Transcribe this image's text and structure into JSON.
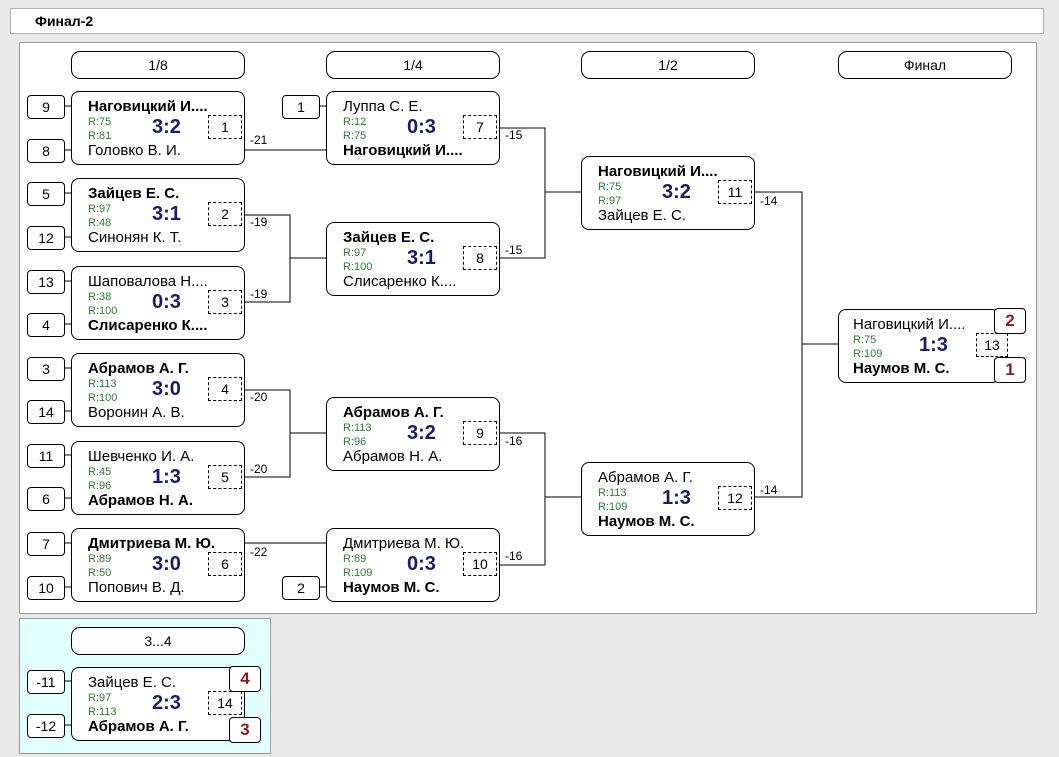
{
  "title": "Финал-2",
  "rounds": [
    "1/8",
    "1/4",
    "1/2",
    "Финал"
  ],
  "bronze_round": "3...4",
  "seeds": [
    "9",
    "8",
    "5",
    "12",
    "13",
    "4",
    "3",
    "14",
    "11",
    "6",
    "7",
    "10",
    "1",
    "2",
    "-11",
    "-12"
  ],
  "matches": [
    {
      "id": "1",
      "p1": "Наговицкий И....",
      "p2": "Головко В. И.",
      "r1": "R:75",
      "r2": "R:81",
      "score": "3:2",
      "diff": "-21"
    },
    {
      "id": "2",
      "p1": "Зайцев Е. С.",
      "p2": "Синонян К. Т.",
      "r1": "R:97",
      "r2": "R:48",
      "score": "3:1",
      "diff": "-19"
    },
    {
      "id": "3",
      "p1": "Шаповалова Н....",
      "p2": "Слисаренко К....",
      "r1": "R:38",
      "r2": "R:100",
      "score": "0:3",
      "diff": "-19"
    },
    {
      "id": "4",
      "p1": "Абрамов А. Г.",
      "p2": "Воронин А. В.",
      "r1": "R:113",
      "r2": "R:100",
      "score": "3:0",
      "diff": "-20"
    },
    {
      "id": "5",
      "p1": "Шевченко И. А.",
      "p2": "Абрамов Н. А.",
      "r1": "R:45",
      "r2": "R:96",
      "score": "1:3",
      "diff": "-20"
    },
    {
      "id": "6",
      "p1": "Дмитриева М. Ю.",
      "p2": "Попович В. Д.",
      "r1": "R:89",
      "r2": "R:50",
      "score": "3:0",
      "diff": "-22"
    },
    {
      "id": "7",
      "p1": "Луппа С. Е.",
      "p2": "Наговицкий И....",
      "r1": "R:12",
      "r2": "R:75",
      "score": "0:3",
      "diff": "-15"
    },
    {
      "id": "8",
      "p1": "Зайцев Е. С.",
      "p2": "Слисаренко К....",
      "r1": "R:97",
      "r2": "R:100",
      "score": "3:1",
      "diff": "-15"
    },
    {
      "id": "9",
      "p1": "Абрамов А. Г.",
      "p2": "Абрамов Н. А.",
      "r1": "R:113",
      "r2": "R:96",
      "score": "3:2",
      "diff": "-16"
    },
    {
      "id": "10",
      "p1": "Дмитриева М. Ю.",
      "p2": "Наумов М. С.",
      "r1": "R:89",
      "r2": "R:109",
      "score": "0:3",
      "diff": "-16"
    },
    {
      "id": "11",
      "p1": "Наговицкий И....",
      "p2": "Зайцев Е. С.",
      "r1": "R:75",
      "r2": "R:97",
      "score": "3:2",
      "diff": "-14"
    },
    {
      "id": "12",
      "p1": "Абрамов А. Г.",
      "p2": "Наумов М. С.",
      "r1": "R:113",
      "r2": "R:109",
      "score": "1:3",
      "diff": "-14"
    },
    {
      "id": "13",
      "p1": "Наговицкий И....",
      "p2": "Наумов М. С.",
      "r1": "R:75",
      "r2": "R:109",
      "score": "1:3",
      "place1": "2",
      "place2": "1"
    },
    {
      "id": "14",
      "p1": "Зайцев Е. С.",
      "p2": "Абрамов А. Г.",
      "r1": "R:97",
      "r2": "R:113",
      "score": "2:3",
      "place1": "4",
      "place2": "3"
    }
  ]
}
